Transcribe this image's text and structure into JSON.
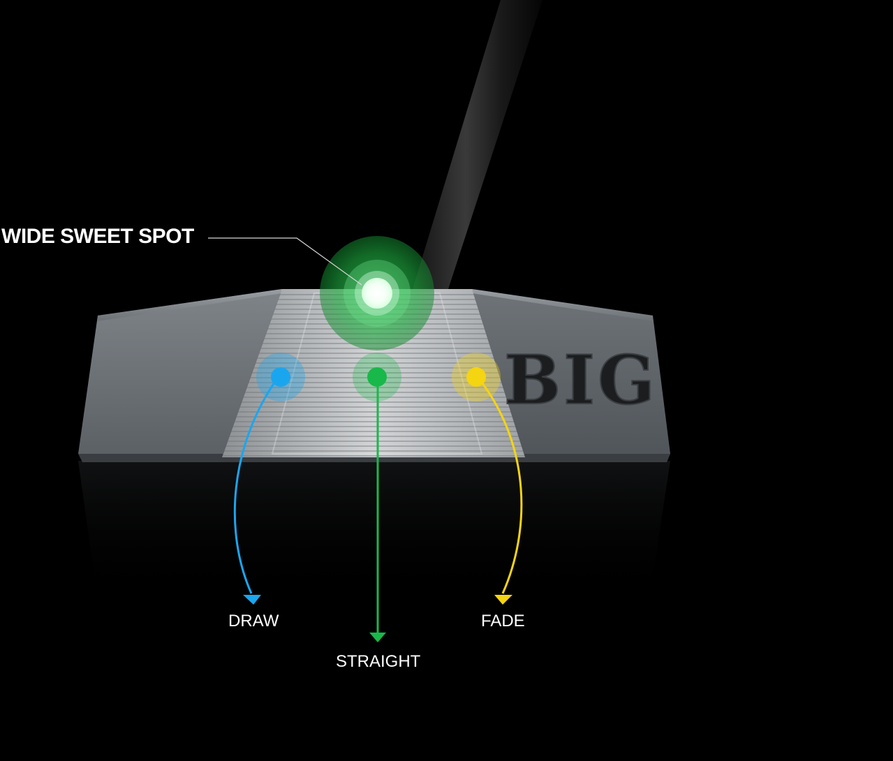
{
  "callout": {
    "sweet_spot_label": "WIDE SWEET SPOT"
  },
  "logo_text": "BIG",
  "paths": [
    {
      "label": "DRAW",
      "color": "#1aa6ef"
    },
    {
      "label": "STRAIGHT",
      "color": "#19b84a"
    },
    {
      "label": "FADE",
      "color": "#f5d411"
    }
  ],
  "colors": {
    "background": "#000000",
    "sweet_spot_green": "#1fa83c",
    "head_metal": "#6b7075",
    "face_insert": "#b9bcbf"
  }
}
